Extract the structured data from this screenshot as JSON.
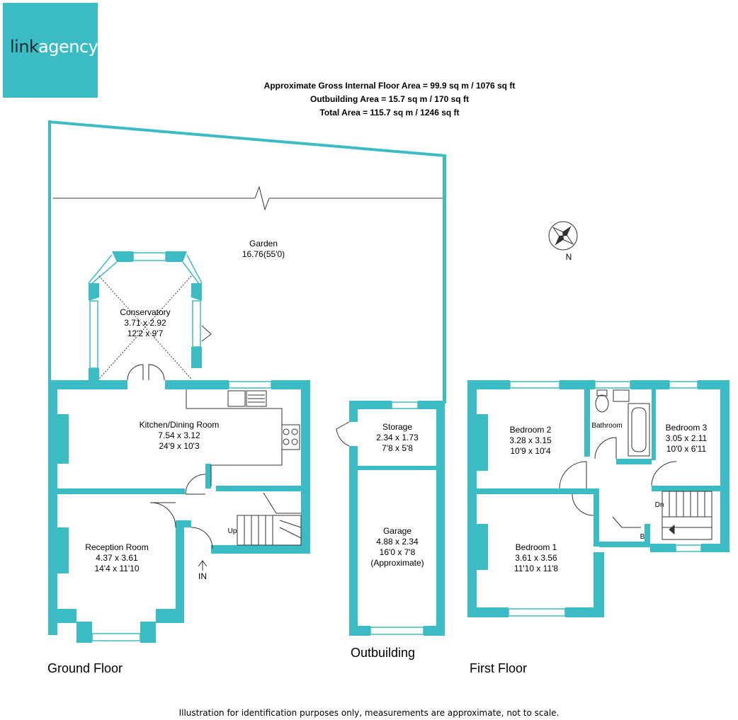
{
  "brand": {
    "logo_part1": "link",
    "logo_part2": "agency",
    "color": "#3bbcc4"
  },
  "areas": {
    "gross": "Approximate Gross Internal Floor Area  = 99.9 sq m  / 1076 sq ft",
    "outbuilding": "Outbuilding Area  = 15.7 sq m  / 170 sq ft",
    "total": "Total Area  = 115.7 sq m  / 1246 sq ft"
  },
  "rooms": {
    "garden": {
      "name": "Garden",
      "dim1": "16.76(55'0)"
    },
    "conservatory": {
      "name": "Conservatory",
      "dim1": "3.71 x 2.92",
      "dim2": "12'2 x 9'7"
    },
    "kitchen": {
      "name": "Kitchen/Dining Room",
      "dim1": "7.54 x 3.12",
      "dim2": "24'9 x 10'3"
    },
    "reception": {
      "name": "Reception Room",
      "dim1": "4.37 x 3.61",
      "dim2": "14'4 x 11'10"
    },
    "storage": {
      "name": "Storage",
      "dim1": "2.34 x 1.73",
      "dim2": "7'8 x 5'8"
    },
    "garage": {
      "name": "Garage",
      "dim1": "4.88 x 2.34",
      "dim2": "16'0 x 7'8",
      "note": "(Approximate)"
    },
    "bedroom2": {
      "name": "Bedroom 2",
      "dim1": "3.28 x 3.15",
      "dim2": "10'9 x 10'4"
    },
    "bathroom": {
      "name": "Bathroom"
    },
    "bedroom3": {
      "name": "Bedroom 3",
      "dim1": "3.05 x 2.11",
      "dim2": "10'0 x 6'11"
    },
    "bedroom1": {
      "name": "Bedroom 1",
      "dim1": "3.61 x 3.56",
      "dim2": "11'10 x 11'8"
    }
  },
  "markers": {
    "up": "Up",
    "down": "Dn",
    "boiler": "B",
    "entrance": "IN",
    "north": "N"
  },
  "floors": {
    "ground": "Ground Floor",
    "outbuilding": "Outbuilding",
    "first": "First Floor"
  },
  "disclaimer": "Illustration for identification purposes only, measurements are approximate, not to scale."
}
